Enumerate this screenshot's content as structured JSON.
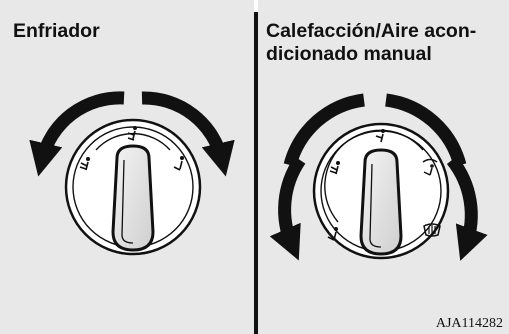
{
  "panels": [
    {
      "title": "Enfriador",
      "knob": {
        "icons": [
          "vent-face-icon",
          "vent-face-feet-icon",
          "vent-feet-icon"
        ]
      }
    },
    {
      "title": "Calefacción/Aire acon-\ndicionado manual",
      "knob": {
        "icons": [
          "vent-feet-icon",
          "vent-face-feet-icon",
          "vent-face-icon",
          "vent-feet-defrost-icon",
          "windshield-defrost-icon"
        ]
      }
    }
  ],
  "figure_code": "AJA114282",
  "colors": {
    "background": "#e8e8e8",
    "ink": "#111111"
  }
}
